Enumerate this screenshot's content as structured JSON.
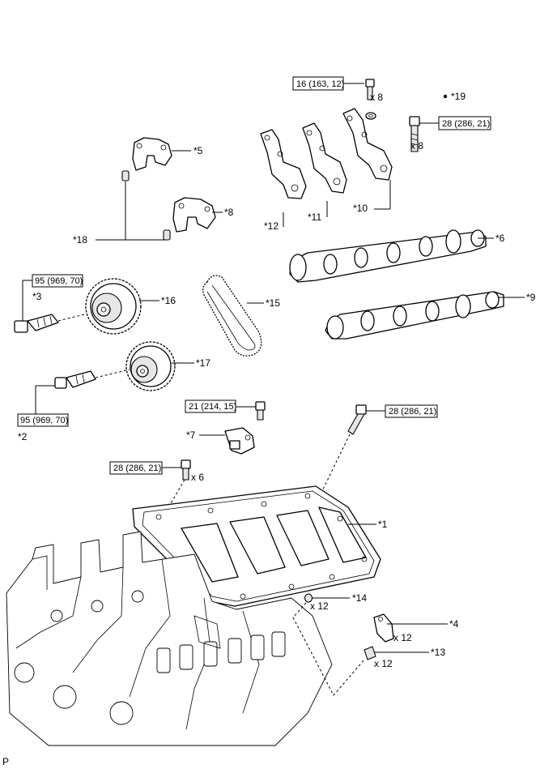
{
  "torque": {
    "t16": "16 (163, 12)",
    "t28a": "28 (286, 21)",
    "t95a": "95 (969, 70)",
    "t95b": "95 (969, 70)",
    "t21": "21 (214, 15)",
    "t28b": "28 (286, 21)",
    "t28c": "28 (286, 21)"
  },
  "qty": {
    "q8a": "x 8",
    "q8b": "x 8",
    "q6": "x 6",
    "q12a": "x 12",
    "q12b": "x 12",
    "q12c": "x 12"
  },
  "labels": {
    "p19": "*19",
    "p5": "*5",
    "p8": "*8",
    "p18": "*18",
    "p12": "*12",
    "p11": "*11",
    "p10": "*10",
    "p6": "*6",
    "p9": "*9",
    "p3": "*3",
    "p16": "*16",
    "p15": "*15",
    "p17": "*17",
    "p2": "*2",
    "p7": "*7",
    "p1": "*1",
    "p14": "*14",
    "p4": "*4",
    "p13": "*13"
  },
  "footer": {
    "code": "P"
  }
}
